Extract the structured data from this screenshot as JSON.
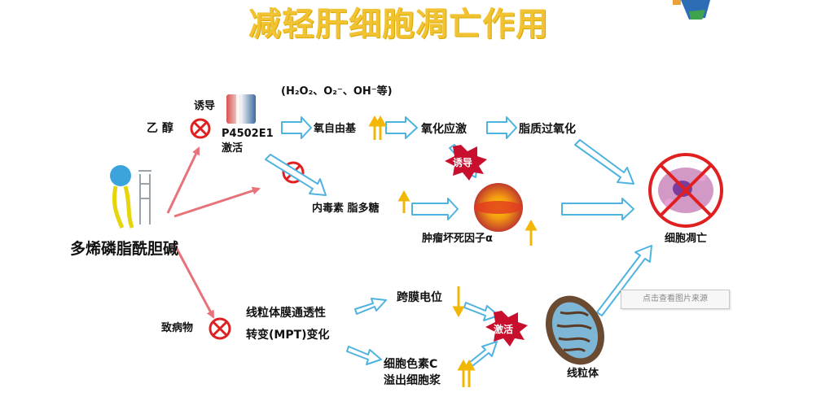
{
  "title": "减轻肝细胞凋亡作用",
  "labels": {
    "ethanol": "乙  醇",
    "induce": "诱导",
    "p450": "P4502E1",
    "activate": "激活",
    "ros": "(H₂O₂、O₂⁻、OH⁻等)",
    "free_radical": "氧自由基",
    "oxidative_stress": "氧化应激",
    "lipid_peroxidation": "脂质过氧化",
    "induce_burst": "诱导",
    "endotoxin": "内毒素 脂多糖",
    "tnf": "肿瘤坏死因子α",
    "ppc": "多烯磷脂酰胆碱",
    "apoptosis": "细胞凋亡",
    "pathogen": "致病物",
    "mpt_line1": "线粒体膜通透性",
    "mpt_line2": "转变(MPT)变化",
    "membrane_potential": "跨膜电位",
    "cytc_line1": "细胞色素C",
    "cytc_line2": "溢出细胞浆",
    "activate_burst": "激活",
    "mitochondria": "线粒体",
    "image_source": "点击查看图片来源"
  },
  "colors": {
    "title": "#f1c232",
    "red_arrow": "#e8727a",
    "blue_arrow": "#4fb3e0",
    "inhibit": "#e02020",
    "burst": "#c8102e",
    "up_arrow": "#f2b705"
  },
  "icons": [
    "phospholipid-molecule-icon",
    "enzyme-book-icon",
    "inhibit-icon",
    "tnf-sphere-icon",
    "apoptotic-cell-icon",
    "mitochondria-icon",
    "up-arrow-icon",
    "down-arrow-icon",
    "starburst-icon"
  ]
}
